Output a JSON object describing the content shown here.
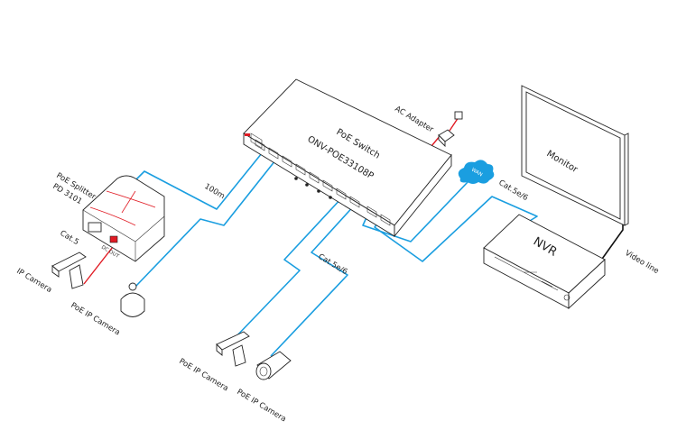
{
  "title": "PoE Switch network topology",
  "colors": {
    "ethernet_cable": "#1a9ee0",
    "power_cable": "#e01b24",
    "video_cable": "#111111",
    "wan_cloud": "#1a9ee0"
  },
  "devices": {
    "switch": {
      "name": "PoE Switch",
      "model": "ONV-POE33108P"
    },
    "ac_adapter": {
      "label": "AC Adapter"
    },
    "splitter": {
      "name": "PoE Splitter",
      "model": "PD 3101",
      "port_label": "DC OUT"
    },
    "monitor": {
      "label": "Monitor"
    },
    "nvr": {
      "label": "NVR"
    },
    "wan": {
      "label": "WAN"
    }
  },
  "cameras": [
    {
      "label": "IP Camera",
      "type": "box"
    },
    {
      "label": "PoE IP Camera",
      "type": "dome"
    },
    {
      "label": "PoE IP Camera",
      "type": "box"
    },
    {
      "label": "PoE IP Camera",
      "type": "bullet"
    }
  ],
  "cables": {
    "splitter_run": "100m",
    "splitter_to_camera": "Cat.5",
    "switch_to_cameras": "Cat.5e/6",
    "switch_to_nvr": "Cat.5e/6",
    "nvr_to_monitor": "Video line"
  }
}
